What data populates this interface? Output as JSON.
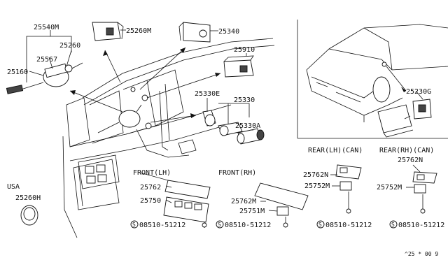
{
  "callouts": {
    "p25540M": "25540M",
    "p25567": "25567",
    "p25260": "25260",
    "p25160": "25160",
    "p25260M": "25260M",
    "p25340": "25340",
    "p25910": "25910",
    "p25330E": "25330E",
    "p25330": "25330",
    "p25330A": "25330A",
    "p25230G": "25230G",
    "p25762_front": "25762",
    "p25750": "25750",
    "p25762M": "25762M",
    "p25751M": "25751M",
    "p25762N_lh": "25762N",
    "p25752M_lh": "25752M",
    "p25762N_rh": "25762N",
    "p25752M_rh": "25752M",
    "p25260H": "25260H"
  },
  "section_labels": {
    "front_lh": "FRONT(LH)",
    "front_rh": "FRONT(RH)",
    "rear_lh_can": "REAR(LH)(CAN)",
    "rear_rh_can": "REAR(RH)(CAN)",
    "usa": "USA"
  },
  "screws": {
    "s1": "08510-51212",
    "s2": "08510-51212",
    "s3": "08510-51212",
    "s4": "08510-51212",
    "screw_symbol": "S"
  },
  "footer_code": "^25 * 00 9"
}
